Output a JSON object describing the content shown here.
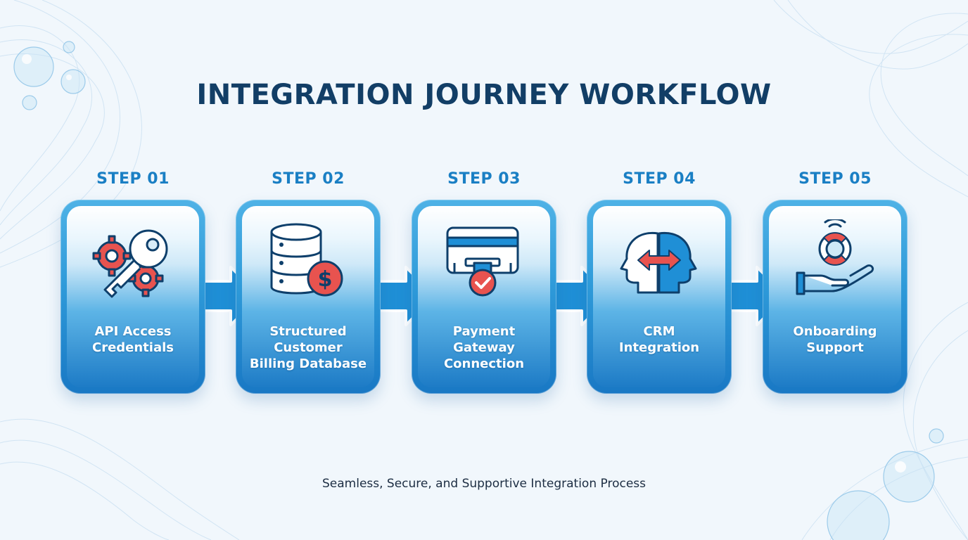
{
  "title": "INTEGRATION JOURNEY WORKFLOW",
  "tagline": "Seamless, Secure, and Supportive Integration Process",
  "colors": {
    "title": "#123e66",
    "step_label": "#1a7fc4",
    "card_blue": "#1d7bc6",
    "icon_outline": "#0e3f6b",
    "icon_accent": "#e8534f",
    "arrow": "#1f8fd6"
  },
  "steps": [
    {
      "step": "STEP 01",
      "label": "API Access\nCredentials",
      "icon": "key-gears-icon"
    },
    {
      "step": "STEP 02",
      "label": "Structured\nCustomer\nBilling Database",
      "icon": "database-dollar-icon"
    },
    {
      "step": "STEP 03",
      "label": "Payment\nGateway\nConnection",
      "icon": "card-payment-icon"
    },
    {
      "step": "STEP 04",
      "label": "CRM\nIntegration",
      "icon": "heads-exchange-icon"
    },
    {
      "step": "STEP 05",
      "label": "Onboarding\nSupport",
      "icon": "lifebuoy-hand-icon"
    }
  ]
}
